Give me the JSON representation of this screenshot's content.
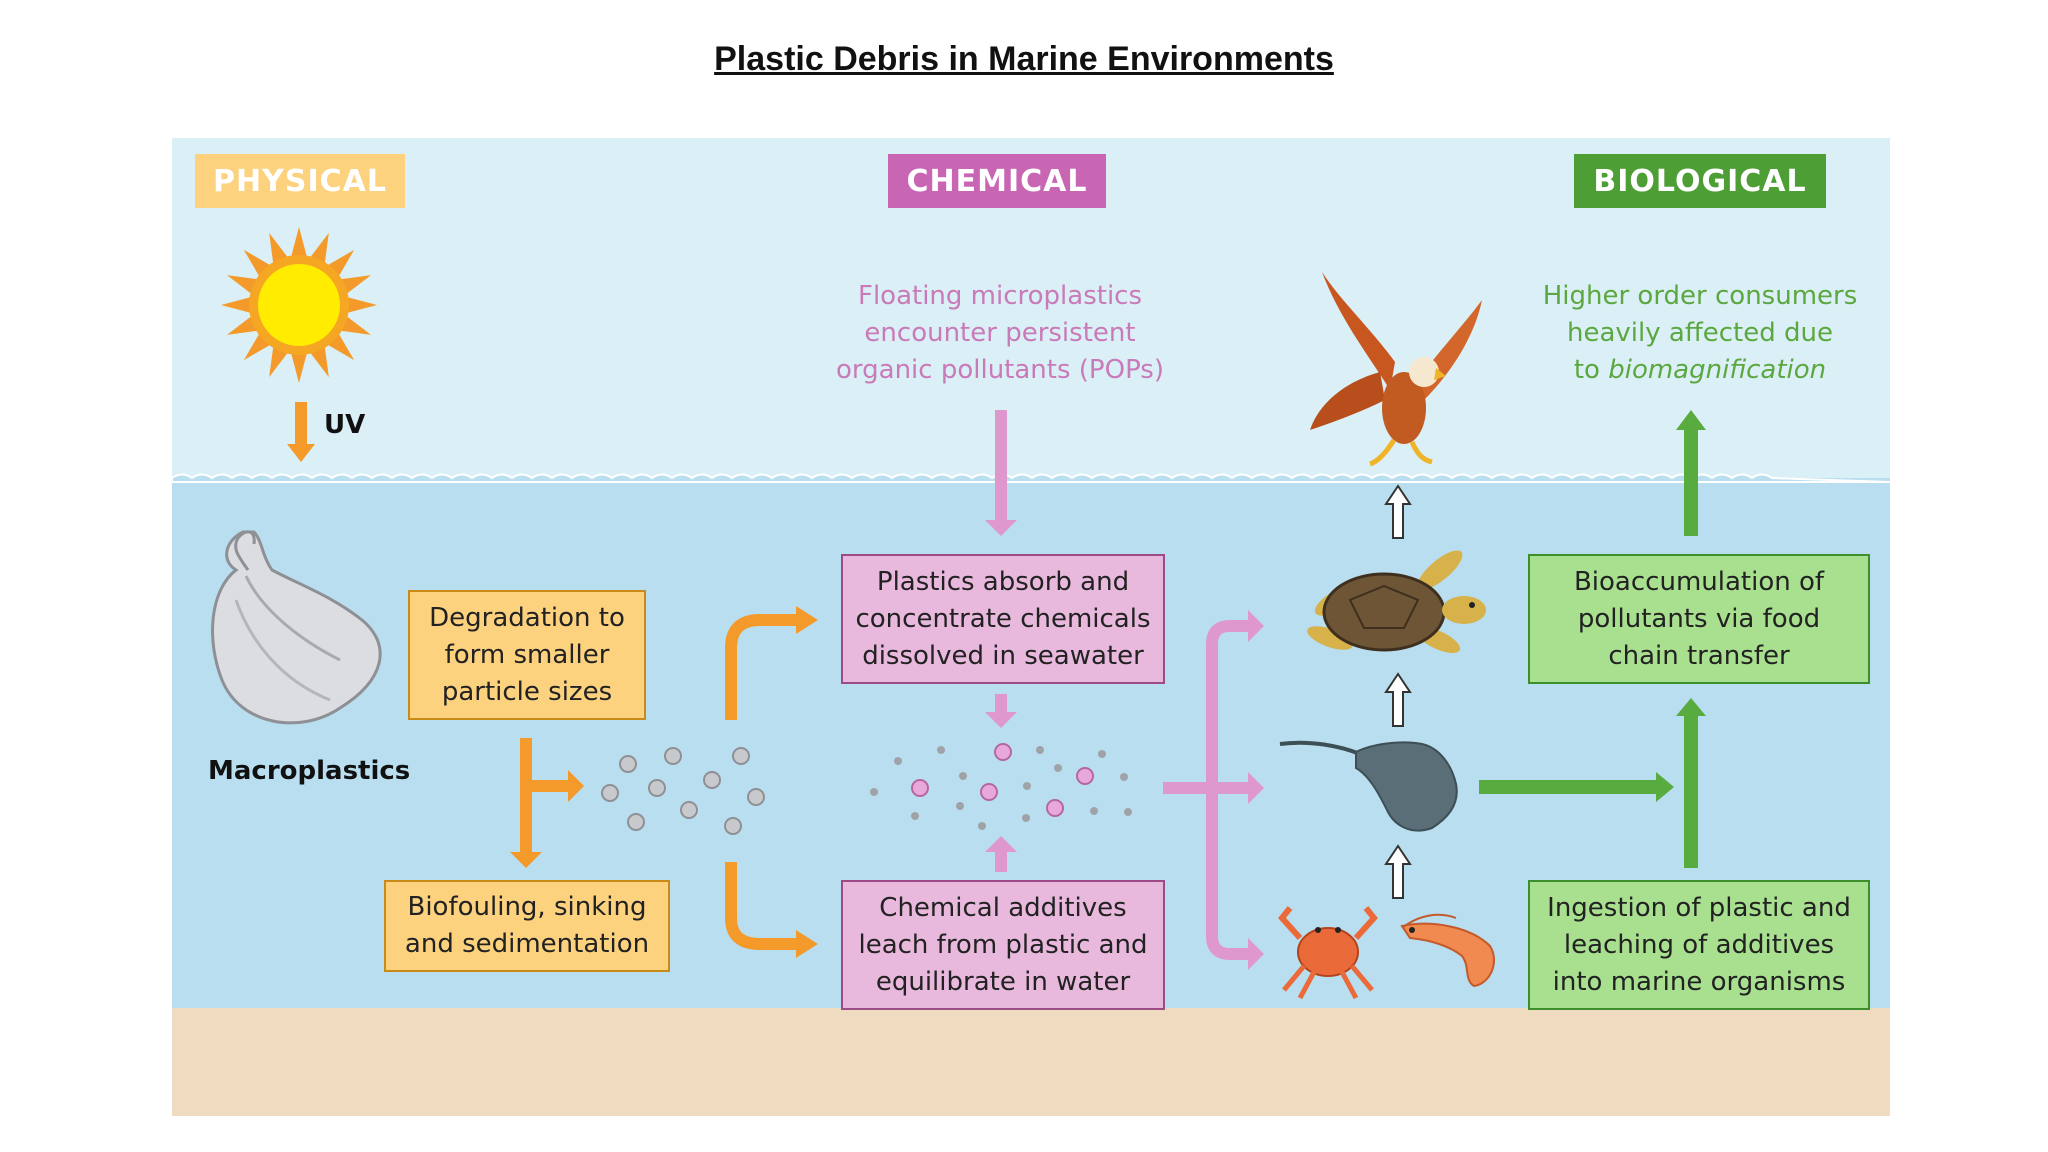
{
  "title": "Plastic Debris in Marine Environments",
  "headers": {
    "physical": "PHYSICAL",
    "chemical": "CHEMICAL",
    "biological": "BIOLOGICAL"
  },
  "labels": {
    "uv": "UV",
    "macroplastics": "Macroplastics"
  },
  "captions": {
    "pops_line1": "Floating microplastics",
    "pops_line2": "encounter persistent",
    "pops_line3": "organic pollutants (POPs)",
    "consumers_line1": "Higher order consumers",
    "consumers_line2": "heavily affected due",
    "consumers_line3_prefix": "to ",
    "consumers_line3_italic": "biomagnification"
  },
  "boxes": {
    "degradation": "Degradation to form smaller particle sizes",
    "biofouling": "Biofouling, sinking and sedimentation",
    "absorb": "Plastics absorb and concentrate chemicals dissolved in seawater",
    "additives": "Chemical additives leach from plastic and equilibrate in water",
    "bioaccumulation": "Bioaccumulation of pollutants via food chain transfer",
    "ingestion": "Ingestion of plastic and leaching of additives into marine organisms"
  },
  "colors": {
    "physical": "#fcd27f",
    "chemical": "#c966b4",
    "biological": "#4e9e36",
    "sky": "#dbeff6",
    "water": "#b9def0",
    "sediment": "#efdcc0",
    "orange_arrow": "#f39a2b",
    "pink_arrow": "#df98cd",
    "green_arrow": "#58ab3e"
  },
  "icons": [
    "sun-icon",
    "plastic-bag-icon",
    "eagle-icon",
    "sea-turtle-icon",
    "stingray-icon",
    "crab-icon",
    "shrimp-icon"
  ]
}
